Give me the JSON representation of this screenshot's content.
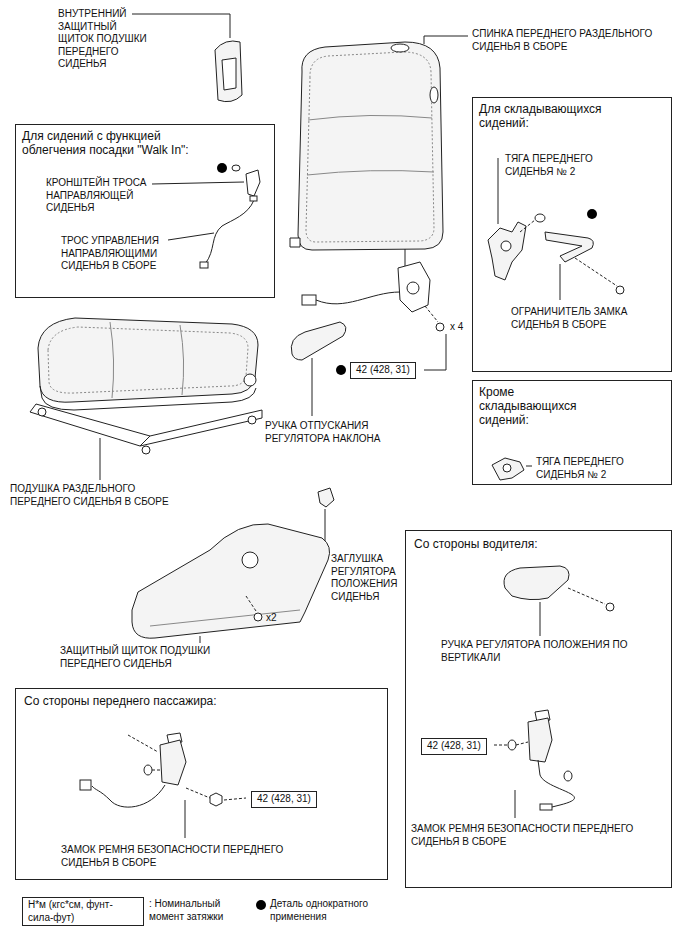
{
  "diagram": {
    "nodes": [
      {
        "text": [
          "Для сидений с функцией облегчения посадки \"Walk In\":",
          "КРОНШТЕЙН ТРОСА НАПРАВЛЯЮЩЕЙ СИДЕНЬЯ",
          "ТРОС УПРАВЛЕНИЯ НАПРАВЛЯЮЩИМИ СИДЕНЬЯ В СБОРЕ"
        ]
      },
      {
        "text": [
          "Для складывающихся сидений:",
          "ТЯГА ПЕРЕДНЕГО СИДЕНЬЯ № 2",
          "ОГРАНИЧИТЕЛЬ ЗАМКА СИДЕНЬЯ В СБОРЕ"
        ]
      },
      {
        "text": [
          "42 (428, 31)"
        ]
      },
      {
        "text": [
          "Кроме складывающихся сидений:",
          "ТЯГА ПЕРЕДНЕГО СИДЕНЬЯ № 2"
        ]
      },
      {
        "text": [
          "Со стороны водителя:",
          "РУЧКА РЕГУЛЯТОРА ПОЛОЖЕНИЯ ПО ВЕРТИКАЛИ",
          "ЗАМОК РЕМНЯ БЕЗОПАСНОСТИ ПЕРЕДНЕГО СИДЕНЬЯ В СБОРЕ"
        ]
      },
      {
        "text": [
          "42 (428, 31)"
        ],
        "in": 4
      },
      {
        "text": [
          "Со стороны переднего пассажира:",
          "ЗАМОК РЕМНЯ БЕЗОПАСНОСТИ ПЕРЕДНЕГО СИДЕНЬЯ В СБОРЕ"
        ]
      },
      {
        "text": [
          "42 (428, 31)"
        ],
        "in": 6
      },
      {
        "text": [
          "Н*м (кгс*см, фунт-сила-фут)"
        ]
      }
    ],
    "labels": [
      "ВНУТРЕННИЙ ЗАЩИТНЫЙ ЩИТОК ПОДУШКИ ПЕРЕДНЕГО СИДЕНЬЯ",
      "СПИНКА ПЕРЕДНЕГО РАЗДЕЛЬНОГО СИДЕНЬЯ В СБОРЕ",
      "x 4",
      "РУЧКА ОТПУСКАНИЯ РЕГУЛЯТОРА НАКЛОНА",
      "ПОДУШКА РАЗДЕЛЬНОГО ПЕРЕДНЕГО СИДЕНЬЯ В СБОРЕ",
      "ЗАГЛУШКА РЕГУЛЯТОРА ПОЛОЖЕНИЯ СИДЕНЬЯ",
      "x2",
      "ЗАЩИТНЫЙ ЩИТОК ПОДУШКИ ПЕРЕДНЕГО СИДЕНЬЯ"
    ],
    "legend": [
      {
        "text": ": Номинальный момент затяжки"
      },
      {
        "text": "Деталь однократного применения",
        "color": "#000000"
      }
    ]
  }
}
